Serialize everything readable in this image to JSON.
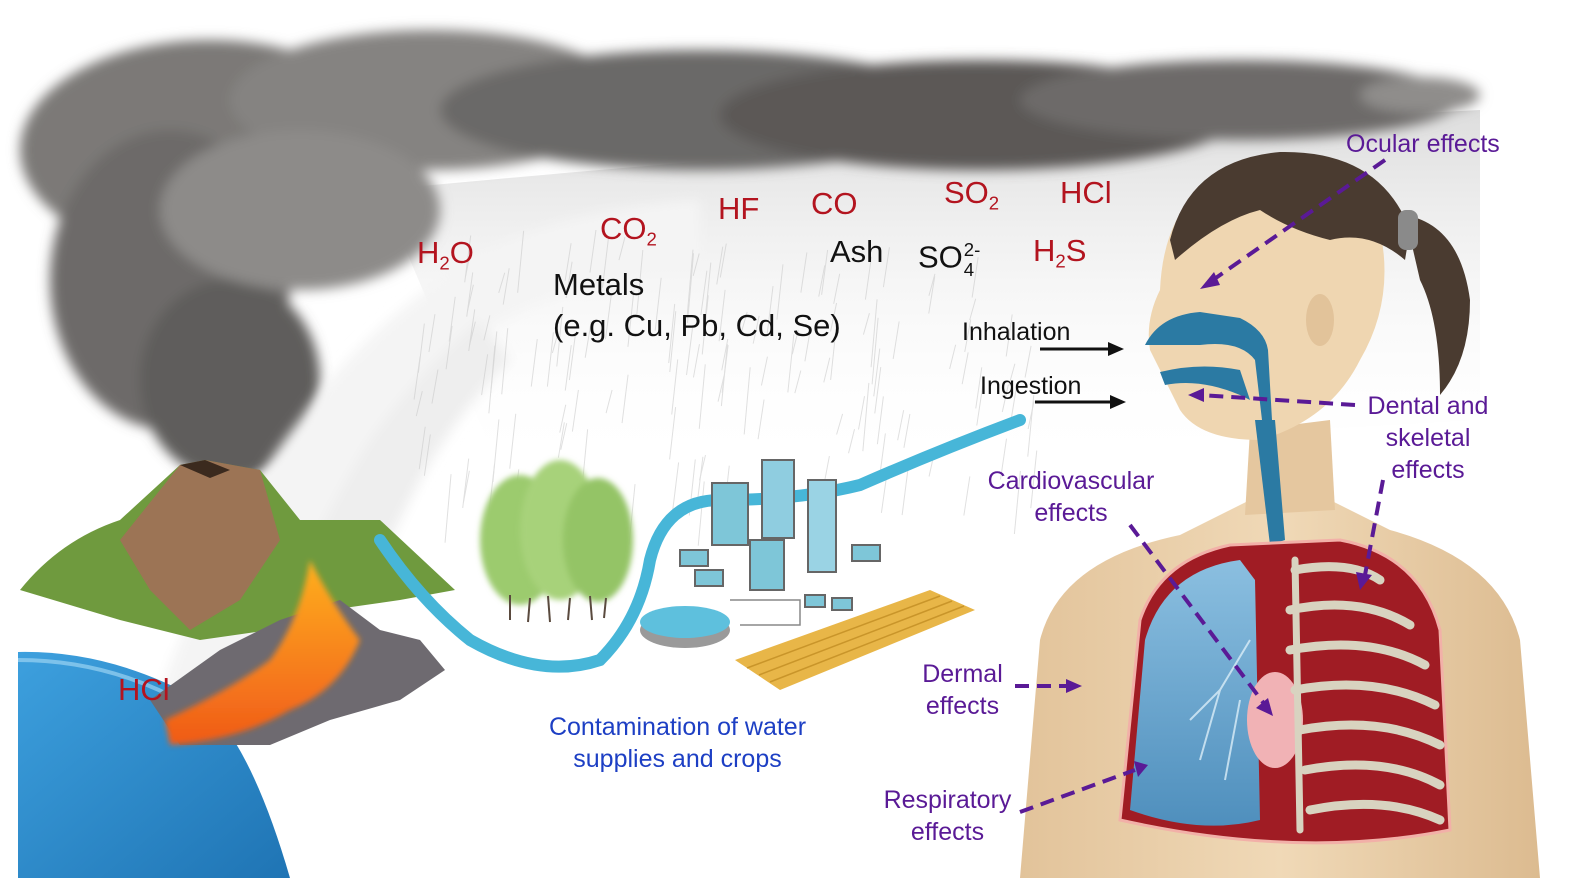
{
  "figure": {
    "colors": {
      "gas_label": "#b3141f",
      "species_label": "#111111",
      "effect_label": "#5a1a96",
      "water_label": "#1d3fc4",
      "plume_dark": "#5e5c5a",
      "steam": "#f1f1f1",
      "lava": "#f26a1b",
      "sea": "#2f8fd0",
      "river": "#47b6d8",
      "skin": "#ecd2ac",
      "lung_blue": "#5a9ec8",
      "lung_red": "#a01c24",
      "airway": "#2b7aa3"
    },
    "gases": {
      "h2o": {
        "main": "H",
        "sub": "2",
        "tail": "O"
      },
      "co2": {
        "main": "CO",
        "sub": "2"
      },
      "hf": "HF",
      "co": "CO",
      "so2": {
        "main": "SO",
        "sub": "2"
      },
      "hcl_top": "HCl",
      "h2s": {
        "main": "H",
        "sub": "2",
        "tail": "S"
      },
      "hcl_sea": "HCl"
    },
    "species": {
      "ash": "Ash",
      "sulfate": {
        "main": "SO",
        "sub": "4",
        "sup": "2-"
      },
      "metals_line1": "Metals",
      "metals_line2": "(e.g. Cu, Pb, Cd, Se)"
    },
    "routes": {
      "inhalation": "Inhalation",
      "ingestion": "Ingestion"
    },
    "water": {
      "line1": "Contamination of water",
      "line2": "supplies and crops"
    },
    "effects": {
      "ocular": "Ocular effects",
      "dental_line1": "Dental and",
      "dental_line2": "skeletal",
      "dental_line3": "effects",
      "cardio_line1": "Cardiovascular",
      "cardio_line2": "effects",
      "dermal_line1": "Dermal",
      "dermal_line2": "effects",
      "resp_line1": "Respiratory",
      "resp_line2": "effects"
    },
    "icons": [
      "volcano",
      "ash-plume",
      "steam-plume",
      "lava-flow",
      "sea",
      "river",
      "forest",
      "city-buildings",
      "water-reservoir",
      "crop-field",
      "human-figure",
      "airway",
      "lungs",
      "ribcage",
      "heart"
    ]
  }
}
